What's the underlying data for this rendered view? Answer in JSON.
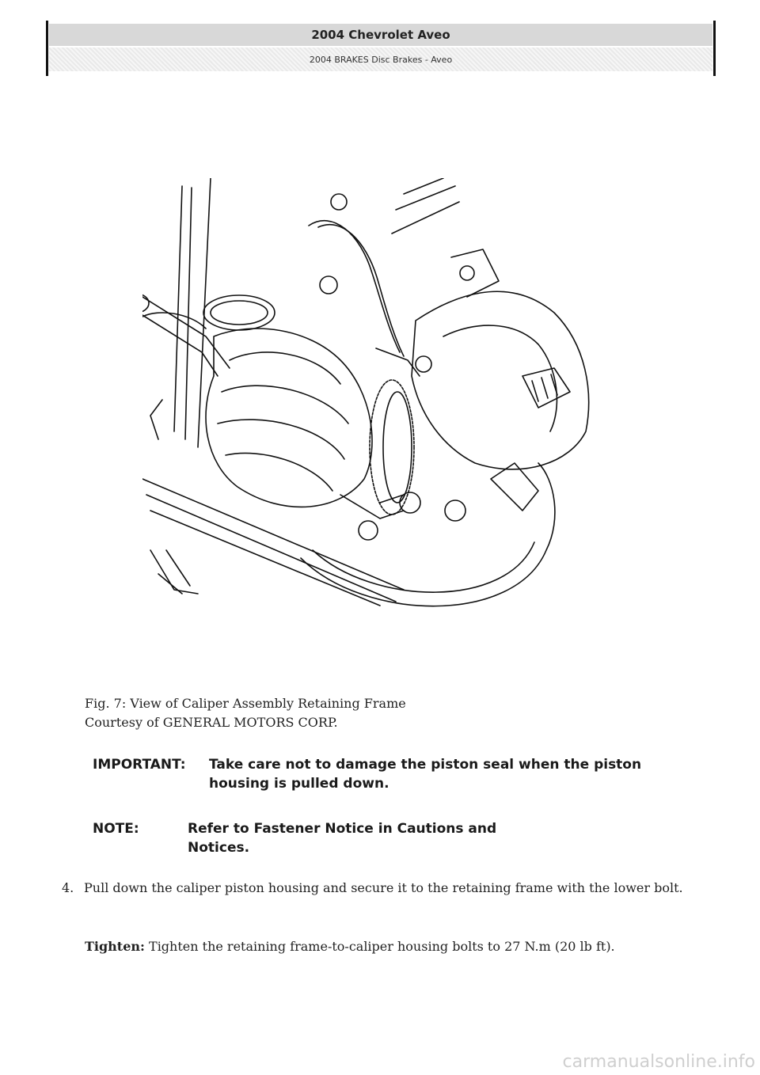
{
  "header": {
    "title": "2004 Chevrolet Aveo",
    "subtitle": "2004 BRAKES Disc Brakes - Aveo"
  },
  "figure": {
    "caption_line1": "Fig. 7: View of Caliper Assembly Retaining Frame",
    "caption_line2": "Courtesy of GENERAL MOTORS CORP."
  },
  "important": {
    "label": "IMPORTANT:",
    "line1": "Take care not to damage the piston seal when the piston",
    "line2": "housing is pulled down."
  },
  "note": {
    "label": "NOTE:",
    "line1": "Refer to Fastener Notice in Cautions and",
    "line2": "Notices."
  },
  "step": {
    "number": "4.",
    "text": "Pull down the caliper piston housing and secure it to the retaining frame with the lower bolt."
  },
  "tighten": {
    "label": "Tighten:",
    "text": "Tighten the retaining frame-to-caliper housing bolts to 27 N.m (20 lb ft)."
  },
  "watermark": "carmanualsonline.info"
}
